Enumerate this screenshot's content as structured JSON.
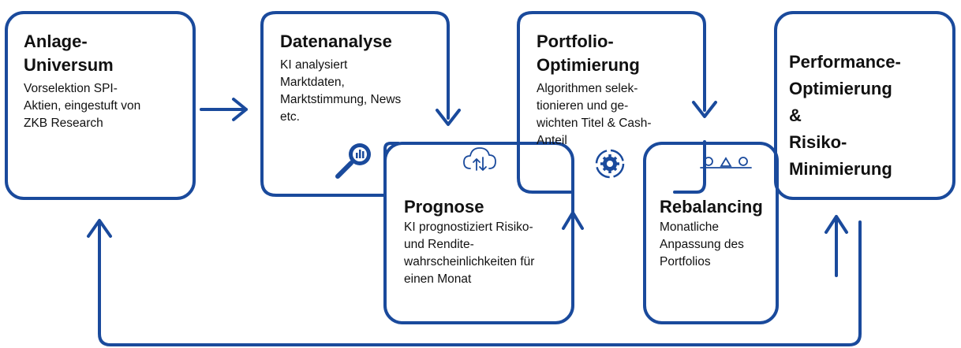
{
  "colors": {
    "stroke": "#1a4a9c",
    "text": "#111111",
    "background": "#ffffff"
  },
  "steps": {
    "anlage": {
      "title": "Anlage-\nUniversum",
      "desc": "Vorselektion SPI-\nAktien, eingestuft von\nZKB Research"
    },
    "datenanalyse": {
      "title": "Datenanalyse",
      "desc": "KI analysiert\nMarktdaten,\nMarktstimmung, News\netc.",
      "icon": "magnifier-chart-icon"
    },
    "prognose": {
      "title": "Prognose",
      "desc": "KI prognostiziert Risiko-\nund Rendite-\nwahrscheinlichkeiten für\neinen Monat",
      "icon": "cloud-sync-icon"
    },
    "portfolio": {
      "title": "Portfolio-\nOptimierung",
      "desc": "Algorithmen selek-\ntionieren und ge-\nwichten Titel &  Cash-\nAnteil",
      "icon": "gear-cycle-icon"
    },
    "rebalancing": {
      "title": "Rebalancing",
      "desc": "Monatliche\nAnpassung des\nPortfolios",
      "icon": "balance-scale-icon"
    },
    "performance": {
      "title": "Performance-\nOptimierung\n&\nRisiko-\nMinimierung"
    }
  }
}
